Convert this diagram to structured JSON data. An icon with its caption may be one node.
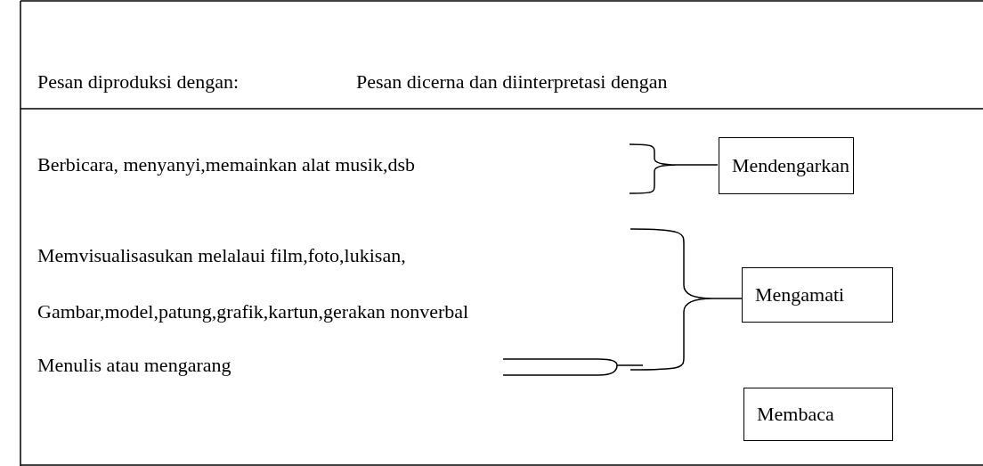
{
  "diagram": {
    "nodes": [
      {
        "text": [
          "Berbicara, menyanyi,memainkan alat musik,dsb"
        ]
      },
      {
        "text": [
          "Mendengarkan"
        ]
      },
      {
        "text": [
          "Memvisualisasukan melalaui film,foto,lukisan,"
        ]
      },
      {
        "text": [
          "Gambar,model,patung,grafik,kartun,gerakan nonverbal"
        ]
      },
      {
        "text": [
          "Mengamati"
        ]
      },
      {
        "text": [
          "Menulis atau mengarang"
        ]
      },
      {
        "text": [
          "Membaca"
        ]
      }
    ],
    "labels": [
      "Pesan diproduksi dengan:",
      "Pesan dicerna dan diinterpretasi dengan"
    ]
  }
}
